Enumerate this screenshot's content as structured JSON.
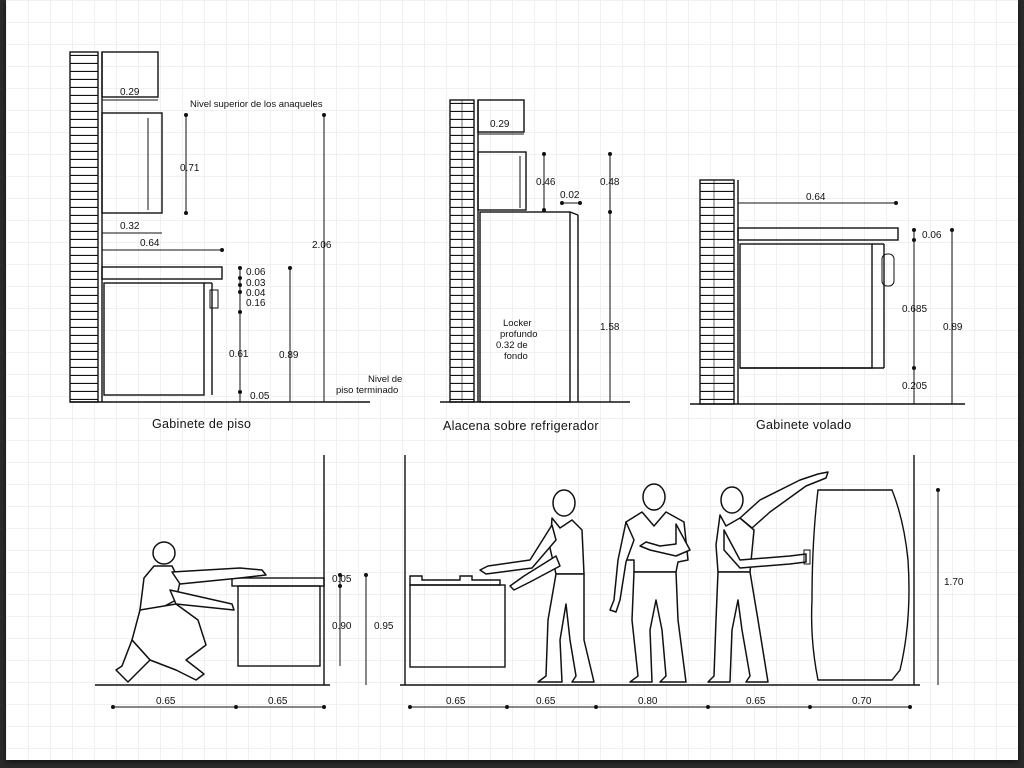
{
  "panels": {
    "gabinete_piso": {
      "caption": "Gabinete de piso",
      "note_top": "Nivel superior de los anaqueles",
      "note_floor_1": "Nivel de",
      "note_floor_2": "piso terminado",
      "dims": {
        "d029": "0.29",
        "d071": "0.71",
        "d032": "0.32",
        "d064": "0.64",
        "d206": "2.06",
        "d006": "0.06",
        "d003": "0.03",
        "d004": "0.04",
        "d016": "0.16",
        "d061": "0.61",
        "d089": "0.89",
        "d005": "0.05"
      }
    },
    "alacena": {
      "caption": "Alacena sobre refrigerador",
      "locker_1": "Locker",
      "locker_2": "profundo",
      "locker_3": "0.32  de",
      "locker_4": "fondo",
      "dims": {
        "d029": "0.29",
        "d046": "0.46",
        "d002": "0.02",
        "d048": "0.48",
        "d158": "1.58"
      }
    },
    "gabinete_volado": {
      "caption": "Gabinete volado",
      "dims": {
        "d064": "0.64",
        "d006": "0.06",
        "d0685": "0.685",
        "d089": "0.89",
        "d0205": "0.205"
      }
    },
    "kneeling": {
      "dims": {
        "d005": "0.05",
        "d090": "0.90",
        "d095": "0.95",
        "b065a": "0.65",
        "b065b": "0.65"
      }
    },
    "standing": {
      "dims": {
        "h170": "1.70",
        "b065a": "0.65",
        "b065b": "0.65",
        "b080": "0.80",
        "b065c": "0.65",
        "b070": "0.70"
      }
    }
  }
}
